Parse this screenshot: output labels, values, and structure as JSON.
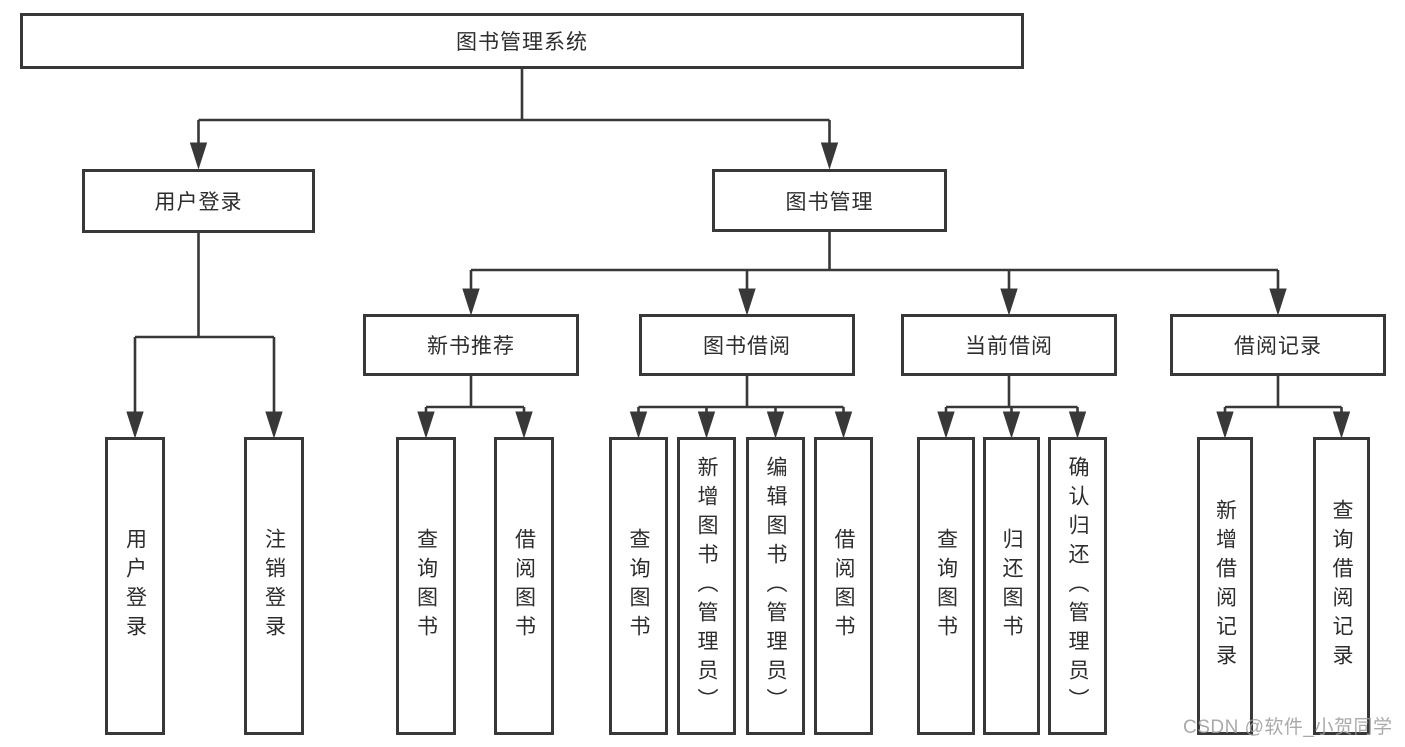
{
  "diagram_title": "图书管理系统",
  "colors": {
    "line": "#383838",
    "box_border": "#383838",
    "box_fill": "#ffffff",
    "text": "#2d2d2d",
    "watermark": "#9c9c9c"
  },
  "watermark": {
    "text": "CSDN @软件_小贺同学"
  },
  "tree": {
    "label": "图书管理系统",
    "children": [
      {
        "label": "用户登录",
        "children": [
          {
            "label": "用户登录"
          },
          {
            "label": "注销登录"
          }
        ]
      },
      {
        "label": "图书管理",
        "children": [
          {
            "label": "新书推荐",
            "children": [
              {
                "label": "查询图书"
              },
              {
                "label": "借阅图书"
              }
            ]
          },
          {
            "label": "图书借阅",
            "children": [
              {
                "label": "查询图书"
              },
              {
                "label": "新增图书（管理员）"
              },
              {
                "label": "编辑图书（管理员）"
              },
              {
                "label": "借阅图书"
              }
            ]
          },
          {
            "label": "当前借阅",
            "children": [
              {
                "label": "查询图书"
              },
              {
                "label": "归还图书"
              },
              {
                "label": "确认归还（管理员）"
              }
            ]
          },
          {
            "label": "借阅记录",
            "children": [
              {
                "label": "新增借阅记录"
              },
              {
                "label": "查询借阅记录"
              }
            ]
          }
        ]
      }
    ]
  }
}
